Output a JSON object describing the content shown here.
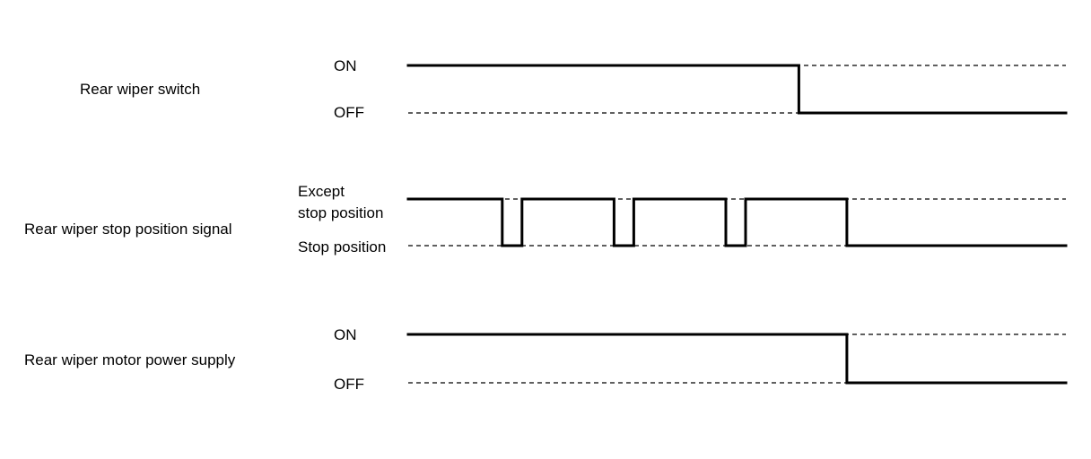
{
  "rows": [
    {
      "name": "Rear wiper switch",
      "high_label": [
        "ON"
      ],
      "low_label": "OFF",
      "segments": [
        [
          0,
          1
        ],
        [
          0.594,
          0
        ]
      ]
    },
    {
      "name": "Rear wiper stop position signal",
      "high_label": [
        "Except",
        "stop position"
      ],
      "low_label": "Stop position",
      "segments": [
        [
          0,
          1
        ],
        [
          0.143,
          0
        ],
        [
          0.173,
          1
        ],
        [
          0.313,
          0
        ],
        [
          0.343,
          1
        ],
        [
          0.483,
          0
        ],
        [
          0.513,
          1
        ],
        [
          0.667,
          0
        ]
      ]
    },
    {
      "name": "Rear wiper motor power supply",
      "high_label": [
        "ON"
      ],
      "low_label": "OFF",
      "segments": [
        [
          0,
          1
        ],
        [
          0.667,
          0
        ]
      ]
    }
  ]
}
